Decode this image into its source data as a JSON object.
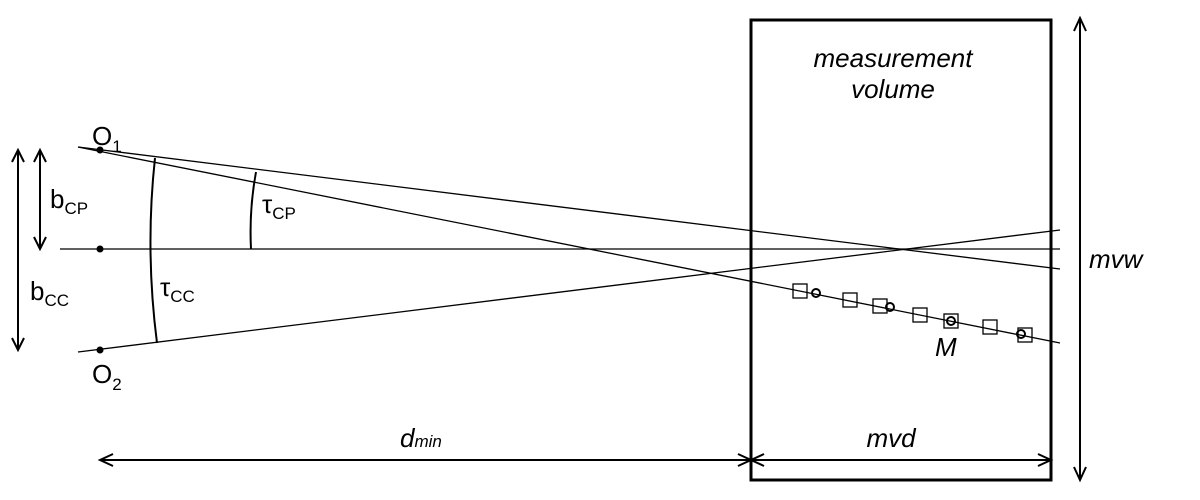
{
  "labels": {
    "volume_title_line1": "measurement",
    "volume_title_line2": "volume",
    "camera1_base": "O",
    "camera1_sub": "1",
    "camera2_base": "O",
    "camera2_sub": "2",
    "b_cp_base": "b",
    "b_cp_sub": "CP",
    "b_cc_base": "b",
    "b_cc_sub": "CC",
    "tau_cp_base": "τ",
    "tau_cp_sub": "CP",
    "tau_cc_base": "τ",
    "tau_cc_sub": "CC",
    "d_min_base": "d",
    "d_min_sub": "min",
    "mvd": "mvd",
    "mvw": "mvw",
    "point_m": "M"
  },
  "colors": {
    "stroke": "#000000",
    "background": "#ffffff"
  }
}
